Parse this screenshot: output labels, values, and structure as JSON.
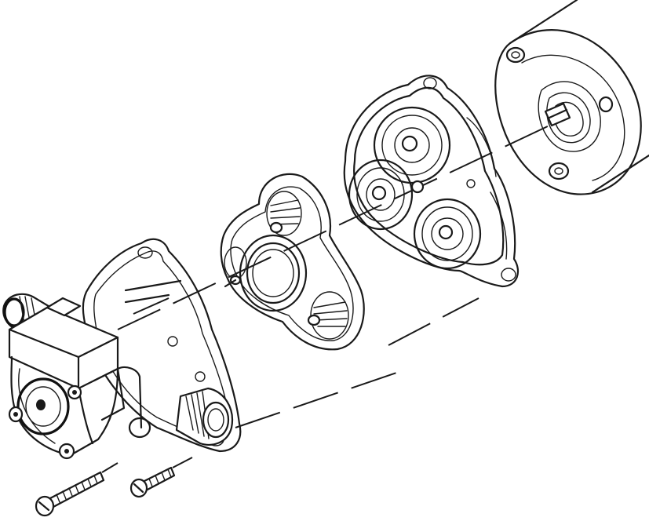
{
  "diagram": {
    "kind": "exploded-assembly-line-drawing",
    "parts": [
      "motor-housing",
      "cam-bearing-housing",
      "diaphragm-assembly",
      "check-valve-assembly",
      "pump-head",
      "long-screw",
      "short-screw"
    ]
  },
  "colors": {
    "ink": "#1a1a1a",
    "paper": "#ffffff"
  }
}
